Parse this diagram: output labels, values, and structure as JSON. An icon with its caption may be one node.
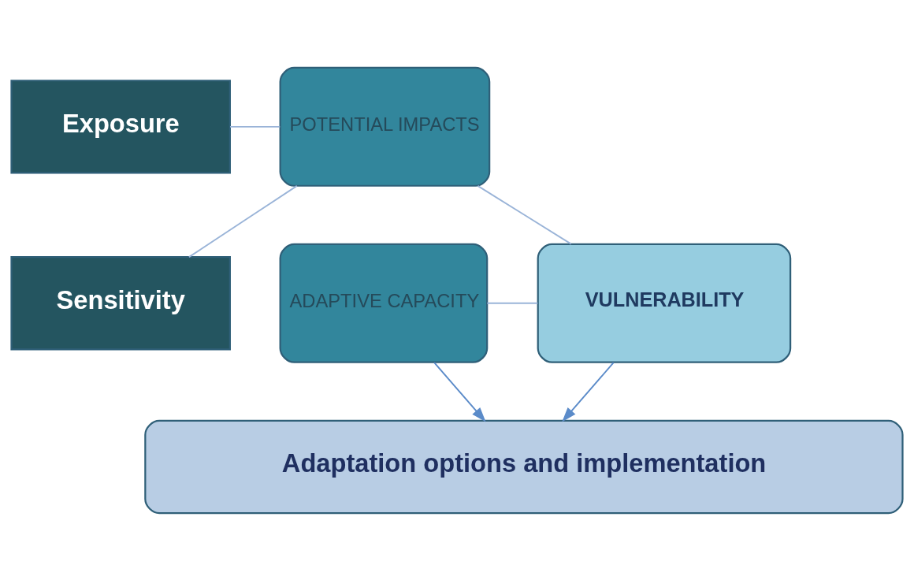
{
  "diagram": {
    "nodes": [
      {
        "text": [
          "Exposure"
        ]
      },
      {
        "text": [
          "Sensitivity"
        ]
      },
      {
        "text": [
          "POTENTIAL IMPACTS"
        ]
      },
      {
        "text": [
          "ADAPTIVE CAPACITY"
        ]
      },
      {
        "text": [
          "VULNERABILITY"
        ]
      },
      {
        "text": [
          "Adaptation options and implementation"
        ]
      }
    ],
    "edges": [
      {
        "from": 0,
        "to": 2,
        "arrow": "none"
      },
      {
        "from": 1,
        "to": 2,
        "arrow": "none"
      },
      {
        "from": 2,
        "to": 4,
        "arrow": "none"
      },
      {
        "from": 3,
        "to": 4,
        "arrow": "none"
      },
      {
        "from": 3,
        "to": 5,
        "arrow": "to",
        "color": "#5b8bc9"
      },
      {
        "from": 4,
        "to": 5,
        "arrow": "to",
        "color": "#5b8bc9"
      }
    ]
  }
}
